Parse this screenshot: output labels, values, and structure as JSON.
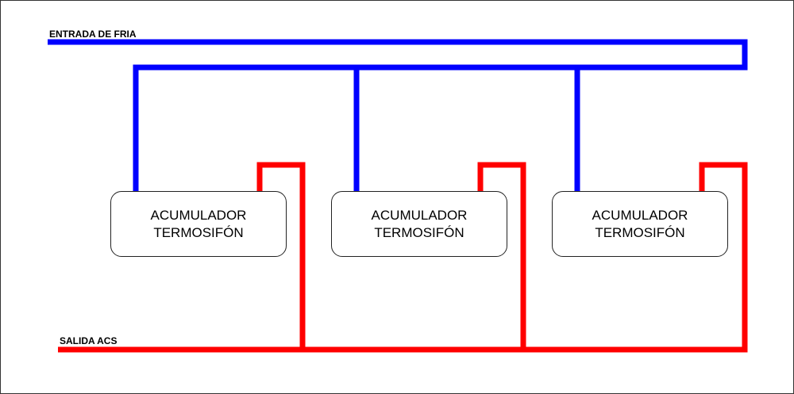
{
  "colors": {
    "cold_pipe": "#0000ff",
    "hot_pipe": "#ff0000",
    "outline": "#222222",
    "text": "#000000"
  },
  "labels": {
    "cold_inlet": "ENTRADA DE FRIA",
    "hot_outlet": "SALIDA ACS"
  },
  "tanks": [
    {
      "line1": "ACUMULADOR",
      "line2": "TERMOSIFÓN"
    },
    {
      "line1": "ACUMULADOR",
      "line2": "TERMOSIFÓN"
    },
    {
      "line1": "ACUMULADOR",
      "line2": "TERMOSIFÓN"
    }
  ]
}
